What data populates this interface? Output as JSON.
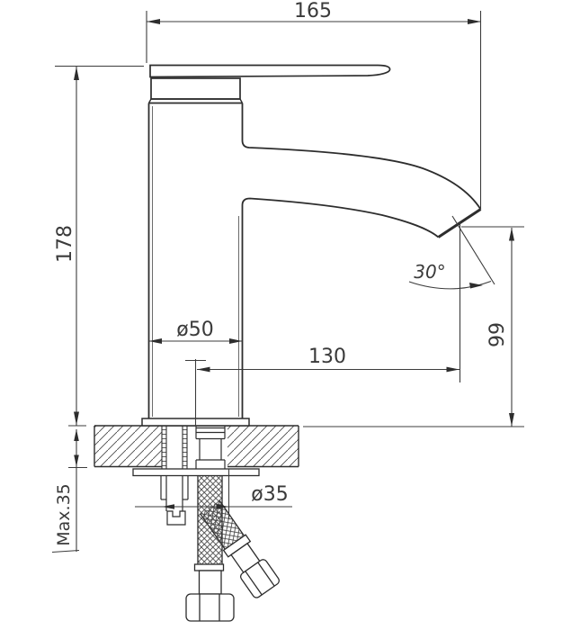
{
  "drawing": {
    "subject": "single-lever basin mixer faucet — side elevation installation drawing",
    "units": "mm",
    "colors": {
      "line": "#2d2d2d",
      "dimension_line": "#3c3c3c",
      "background": "#ffffff"
    },
    "dimensions": {
      "spout_reach_overall": {
        "label": "165"
      },
      "overall_height": {
        "label": "178"
      },
      "outlet_angle": {
        "label": "30°"
      },
      "outlet_height": {
        "label": "99"
      },
      "body_diameter": {
        "label": "ø50"
      },
      "spout_projection": {
        "label": "130"
      },
      "mounting_hole_diameter": {
        "label": "ø35"
      },
      "max_counter_thickness": {
        "label": "Max.35"
      }
    }
  }
}
